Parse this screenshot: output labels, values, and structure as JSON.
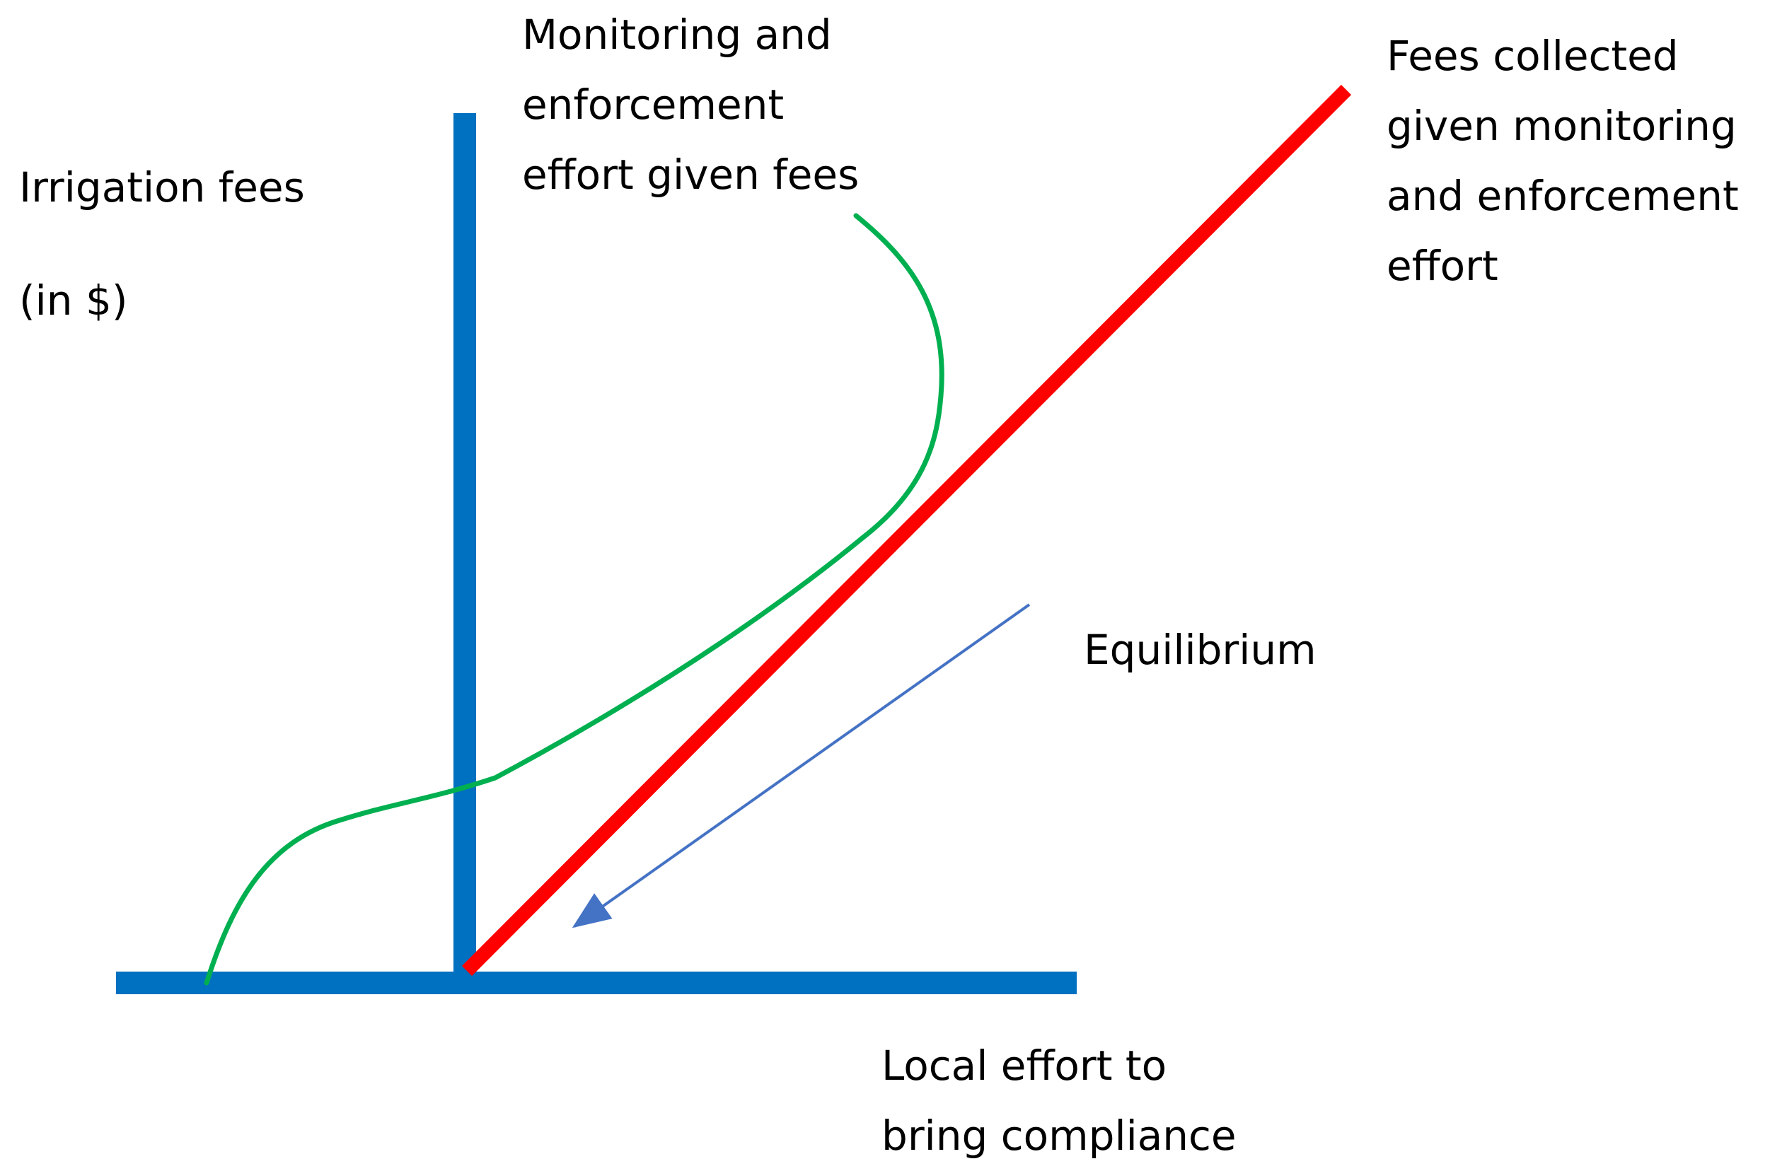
{
  "colors": {
    "axes": "#0070C0",
    "monitoring_curve": "#00B050",
    "fees_line": "#FF0000",
    "equilibrium_arrow": "#4472C4",
    "text": "#000000",
    "background": "#FFFFFF"
  },
  "labels": {
    "y_axis": [
      "Irrigation fees",
      "(in $)"
    ],
    "x_axis": [
      "Local effort to",
      "bring compliance"
    ],
    "monitoring_curve": [
      "Monitoring and",
      "enforcement",
      "effort given fees"
    ],
    "fees_line": [
      "Fees collected",
      "given monitoring",
      "and enforcement",
      "effort"
    ],
    "equilibrium": "Equilibrium"
  }
}
